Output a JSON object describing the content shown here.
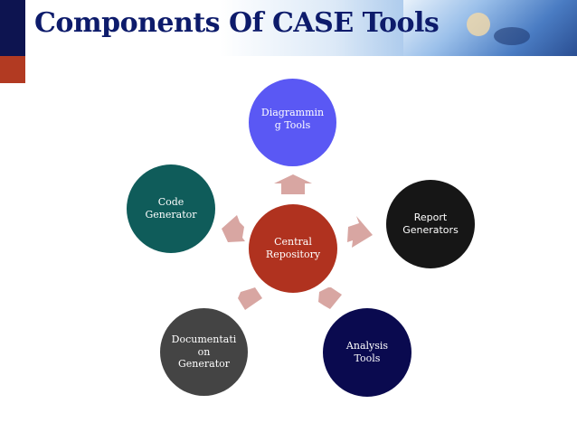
{
  "slide": {
    "title": "Components Of CASE Tools"
  },
  "diagram": {
    "center": "Central\nRepository",
    "nodes": {
      "diagramming": "Diagrammin\ng Tools",
      "report": "Report\nGenerators",
      "analysis": "Analysis\nTools",
      "documentation": "Documentati\non\nGenerator",
      "code": "Code\nGenerator"
    }
  },
  "colors": {
    "title": "#0d1b6b",
    "center": "#b0321f",
    "diagramming": "#5a58f4",
    "report": "#161616",
    "analysis": "#0a0a4f",
    "documentation": "#444444",
    "code": "#0f5c5a",
    "arrow": "#d8a6a2"
  }
}
